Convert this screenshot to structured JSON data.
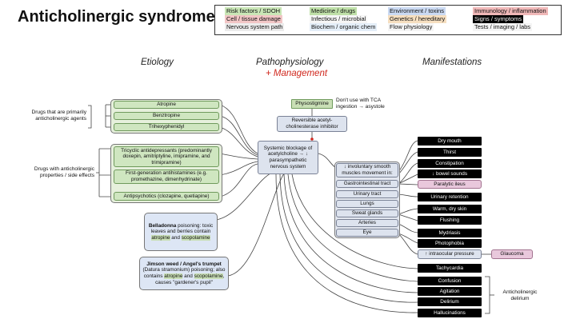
{
  "title": "Anticholinergic syndrome",
  "legend": {
    "items": [
      {
        "label": "Risk factors / SDOH",
        "color": "#c9e6b6"
      },
      {
        "label": "Cell / tissue damage",
        "color": "#f2c6c6"
      },
      {
        "label": "Nervous system path",
        "color": "#e8e8e8"
      },
      {
        "label": "Medicine / drugs",
        "color": "#bfe0a8"
      },
      {
        "label": "Infectious / microbial",
        "color": "#f5f5f5"
      },
      {
        "label": "Biochem / organic chem",
        "color": "#e4eef8"
      },
      {
        "label": "Environment / toxins",
        "color": "#cad9f2"
      },
      {
        "label": "Genetics / hereditary",
        "color": "#f6dfc0"
      },
      {
        "label": "Flow physiology",
        "color": "#f5f5f5"
      },
      {
        "label": "Immunology / inflammation",
        "color": "#f0b8b8"
      },
      {
        "label": "Signs / symptoms",
        "color": "#000000"
      },
      {
        "label": "Tests / imaging / labs",
        "color": "#f5f5f5"
      }
    ]
  },
  "columns": {
    "etiology": "Etiology",
    "pathophysiology": "Pathophysiology",
    "management": "+ Management",
    "manifestations": "Manifestations"
  },
  "etiology": {
    "group1_label": "Drugs that are primarily anticholinergic agents",
    "group1": [
      "Atropine",
      "Benztropine",
      "Trihexyphenidyl"
    ],
    "group2_label": "Drugs with anticholinergic properties / side effects",
    "group2": [
      "Tricyclic antidepressants (predominantly doxepin, amitriptyline, imipramine, and trimipramine)",
      "First-generation antihistamines (e.g. promethazine, dimenhydrinate)",
      "Antipsychotics (clozapine, quetiapine)"
    ],
    "belladonna": {
      "name": "Belladonna",
      "text1": " poisoning: toxic leaves and berries contain ",
      "atropine": "atropine",
      "and": " and ",
      "scopolamine": "scopolamine"
    },
    "jimson": {
      "name": "Jimson weed / Angel's trumpet",
      "text1": " (Datura stramonium) poisoning; also contains ",
      "atropine": "atropine",
      "and": " and ",
      "scopolamine": "scopolamine",
      "text2": ", causes \"gardener's pupil\""
    }
  },
  "pathophysiology": {
    "physostigmine": "Physostigmine",
    "warning": "Don't use with TCA ingestion → asystole",
    "reversible": "Reversible acetyl-cholinesterase inhibitor",
    "central": "Systemic blockage of acetylcholine → ↓ parasympathetic nervous system",
    "organs_header": "↓ involuntary smooth muscles movement in:",
    "organs": [
      "Gastrointestinal tract",
      "Urinary tract",
      "Lungs",
      "Sweat glands",
      "Arteries",
      "Eye"
    ]
  },
  "manifestations": {
    "symptoms": [
      "Dry mouth",
      "Thirst",
      "Constipation",
      "↓ bowel sounds",
      "Paralytic ileus",
      "Urinary retention",
      "Warm, dry skin",
      "Flushing",
      "Mydriasis",
      "Photophobia",
      "↑ intraocular pressure",
      "Glaucoma",
      "Tachycardia",
      "Confusion",
      "Agitation",
      "Delirium",
      "Hallucinations"
    ],
    "delirium_label": "Anticholinergic delirium"
  }
}
